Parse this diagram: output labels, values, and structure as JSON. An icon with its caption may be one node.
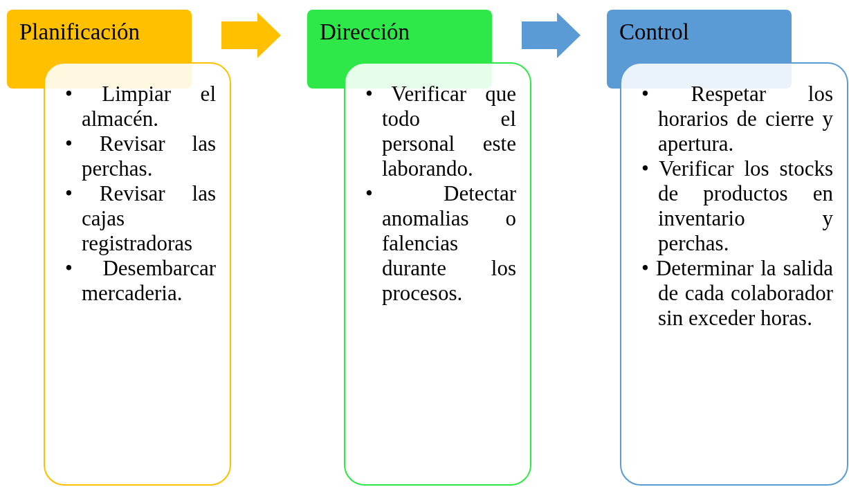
{
  "diagram": {
    "nodes": [
      {
        "text": [
          "Planificación"
        ]
      },
      {
        "text": [
          "• Limpiar el almacén.",
          "• Revisar las perchas.",
          "• Revisar las cajas registradoras",
          "• Desembarcar mercaderia."
        ]
      },
      {
        "text": [
          "Dirección"
        ]
      },
      {
        "text": [
          "• Verificar que todo el personal este laborando.",
          "• Detectar anomalias o falencias durante los procesos."
        ]
      },
      {
        "text": [
          "Control"
        ]
      },
      {
        "text": [
          "• Respetar los horarios de cierre y apertura.",
          "• Verificar los stocks de productos en inventario y perchas.",
          "• Determinar la salida de cada colaborador sin exceder horas."
        ]
      }
    ],
    "edges": [
      {
        "from": 0,
        "to": 2,
        "arrow": "to",
        "color": "#ffc000"
      },
      {
        "from": 2,
        "to": 4,
        "arrow": "to",
        "color": "#5b9bd5"
      }
    ]
  }
}
